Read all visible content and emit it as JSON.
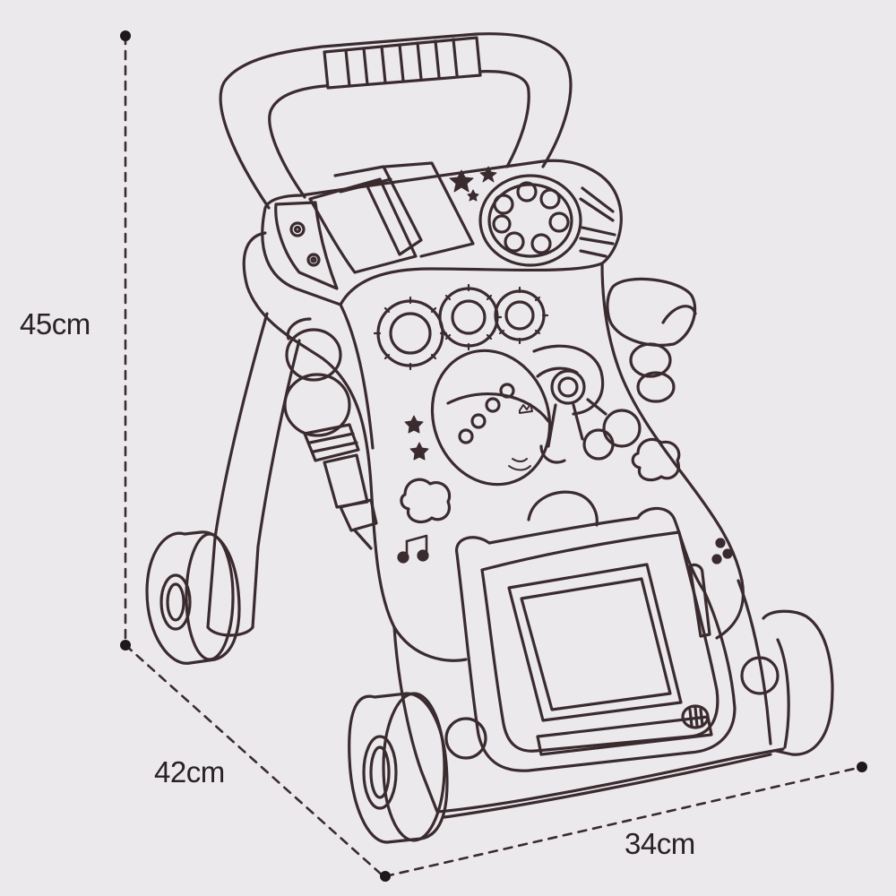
{
  "colors": {
    "background": "#ece9ec",
    "line": "#3a2b2f",
    "text": "#2a2226"
  },
  "dimensions": {
    "height": {
      "label": "45cm"
    },
    "depth": {
      "label": "42cm"
    },
    "width": {
      "label": "34cm"
    }
  },
  "figure": {
    "subject": "baby-walker-line-drawing"
  }
}
